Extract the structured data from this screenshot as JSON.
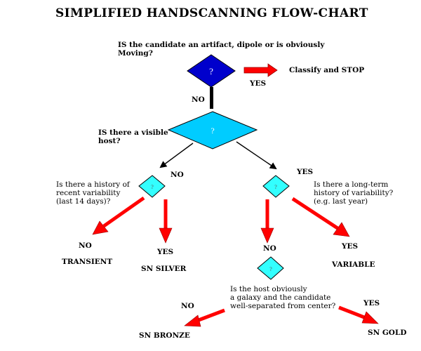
{
  "title": "SIMPLIFIED HANDSCANNING FLOW-CHART",
  "colors": {
    "decision_1": "#0000cc",
    "decision_2": "#00ccff",
    "decision_small": "#33ffff",
    "arrow_red": "#ff0000",
    "arrow_black": "#000000"
  },
  "nodes": {
    "q_artifact": {
      "question": "IS the candidate an artifact, dipole or is obviously\nMoving?",
      "symbol": "?",
      "yes_label": "YES",
      "no_label": "NO",
      "yes_outcome": "Classify and STOP"
    },
    "q_host": {
      "question": "IS there a visible\nhost?",
      "symbol": "?",
      "no_label": "NO",
      "yes_label": "YES"
    },
    "q_recent_var": {
      "question": "Is there a history of\nrecent variability\n(last 14 days)?",
      "symbol": "?",
      "no_label": "NO",
      "no_outcome": "TRANSIENT",
      "yes_label": "YES",
      "yes_outcome": "SN SILVER"
    },
    "q_longterm_var": {
      "question": "Is there a long-term\nhistory of variability?\n(e.g. last year)",
      "symbol": "?",
      "yes_label": "YES",
      "yes_outcome": "VARIABLE",
      "no_label": "NO"
    },
    "q_galaxy": {
      "question": "Is the host obviously\na galaxy and the candidate\nwell-separated from center?",
      "symbol": "?",
      "no_label": "NO",
      "no_outcome": "SN BRONZE",
      "yes_label": "YES",
      "yes_outcome": "SN GOLD"
    }
  }
}
